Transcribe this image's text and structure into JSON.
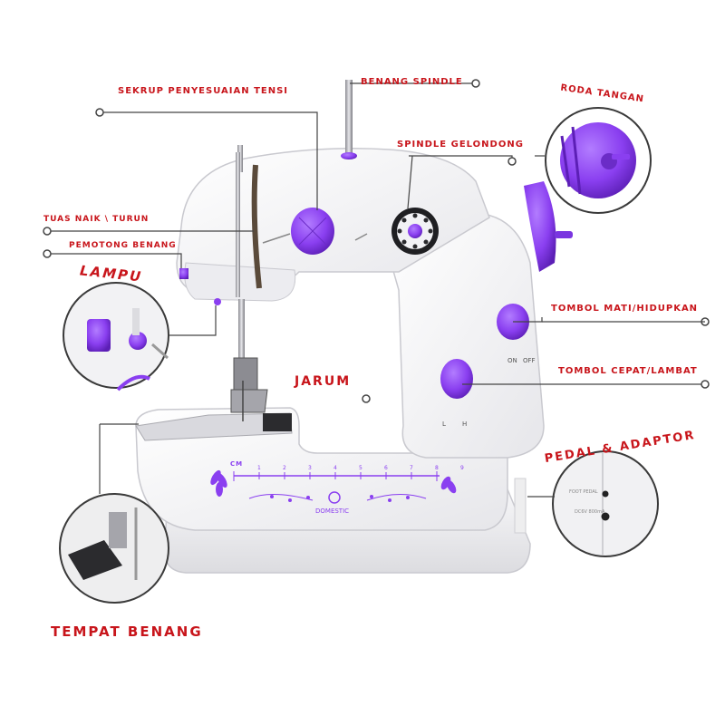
{
  "labels": {
    "benang_spindle": "BENANG SPINDLE",
    "sekrup": "SEKRUP PENYESUAIAN TENSI",
    "roda_tangan": "RODA TANGAN",
    "spindle_gelondong": "SPINDLE GELONDONG",
    "tuas": "TUAS NAIK \\ TURUN",
    "pemotong": "PEMOTONG BENANG",
    "lampu": "LAMPU",
    "tombol_mati": "TOMBOL MATI/HIDUPKAN",
    "tombol_cepat": "TOMBOL CEPAT/LAMBAT",
    "jarum": "JARUM",
    "pedal": "PEDAL & ADAPTOR",
    "tempat_benang": "TEMPAT BENANG"
  },
  "machine": {
    "brand": "DOMESTIC",
    "ruler_unit": "CM",
    "ruler_ticks": [
      "1",
      "2",
      "3",
      "4",
      "5",
      "6",
      "7",
      "8",
      "9"
    ],
    "switch_on": "ON",
    "switch_off": "OFF",
    "speed_low": "L",
    "speed_high": "H",
    "side_text_1": "FOOT PEDAL",
    "side_text_2": "DC6V 800mA"
  },
  "colors": {
    "label_red": "#c8151b",
    "accent_purple": "#8a3ff0",
    "body_white": "#f4f4f6"
  }
}
